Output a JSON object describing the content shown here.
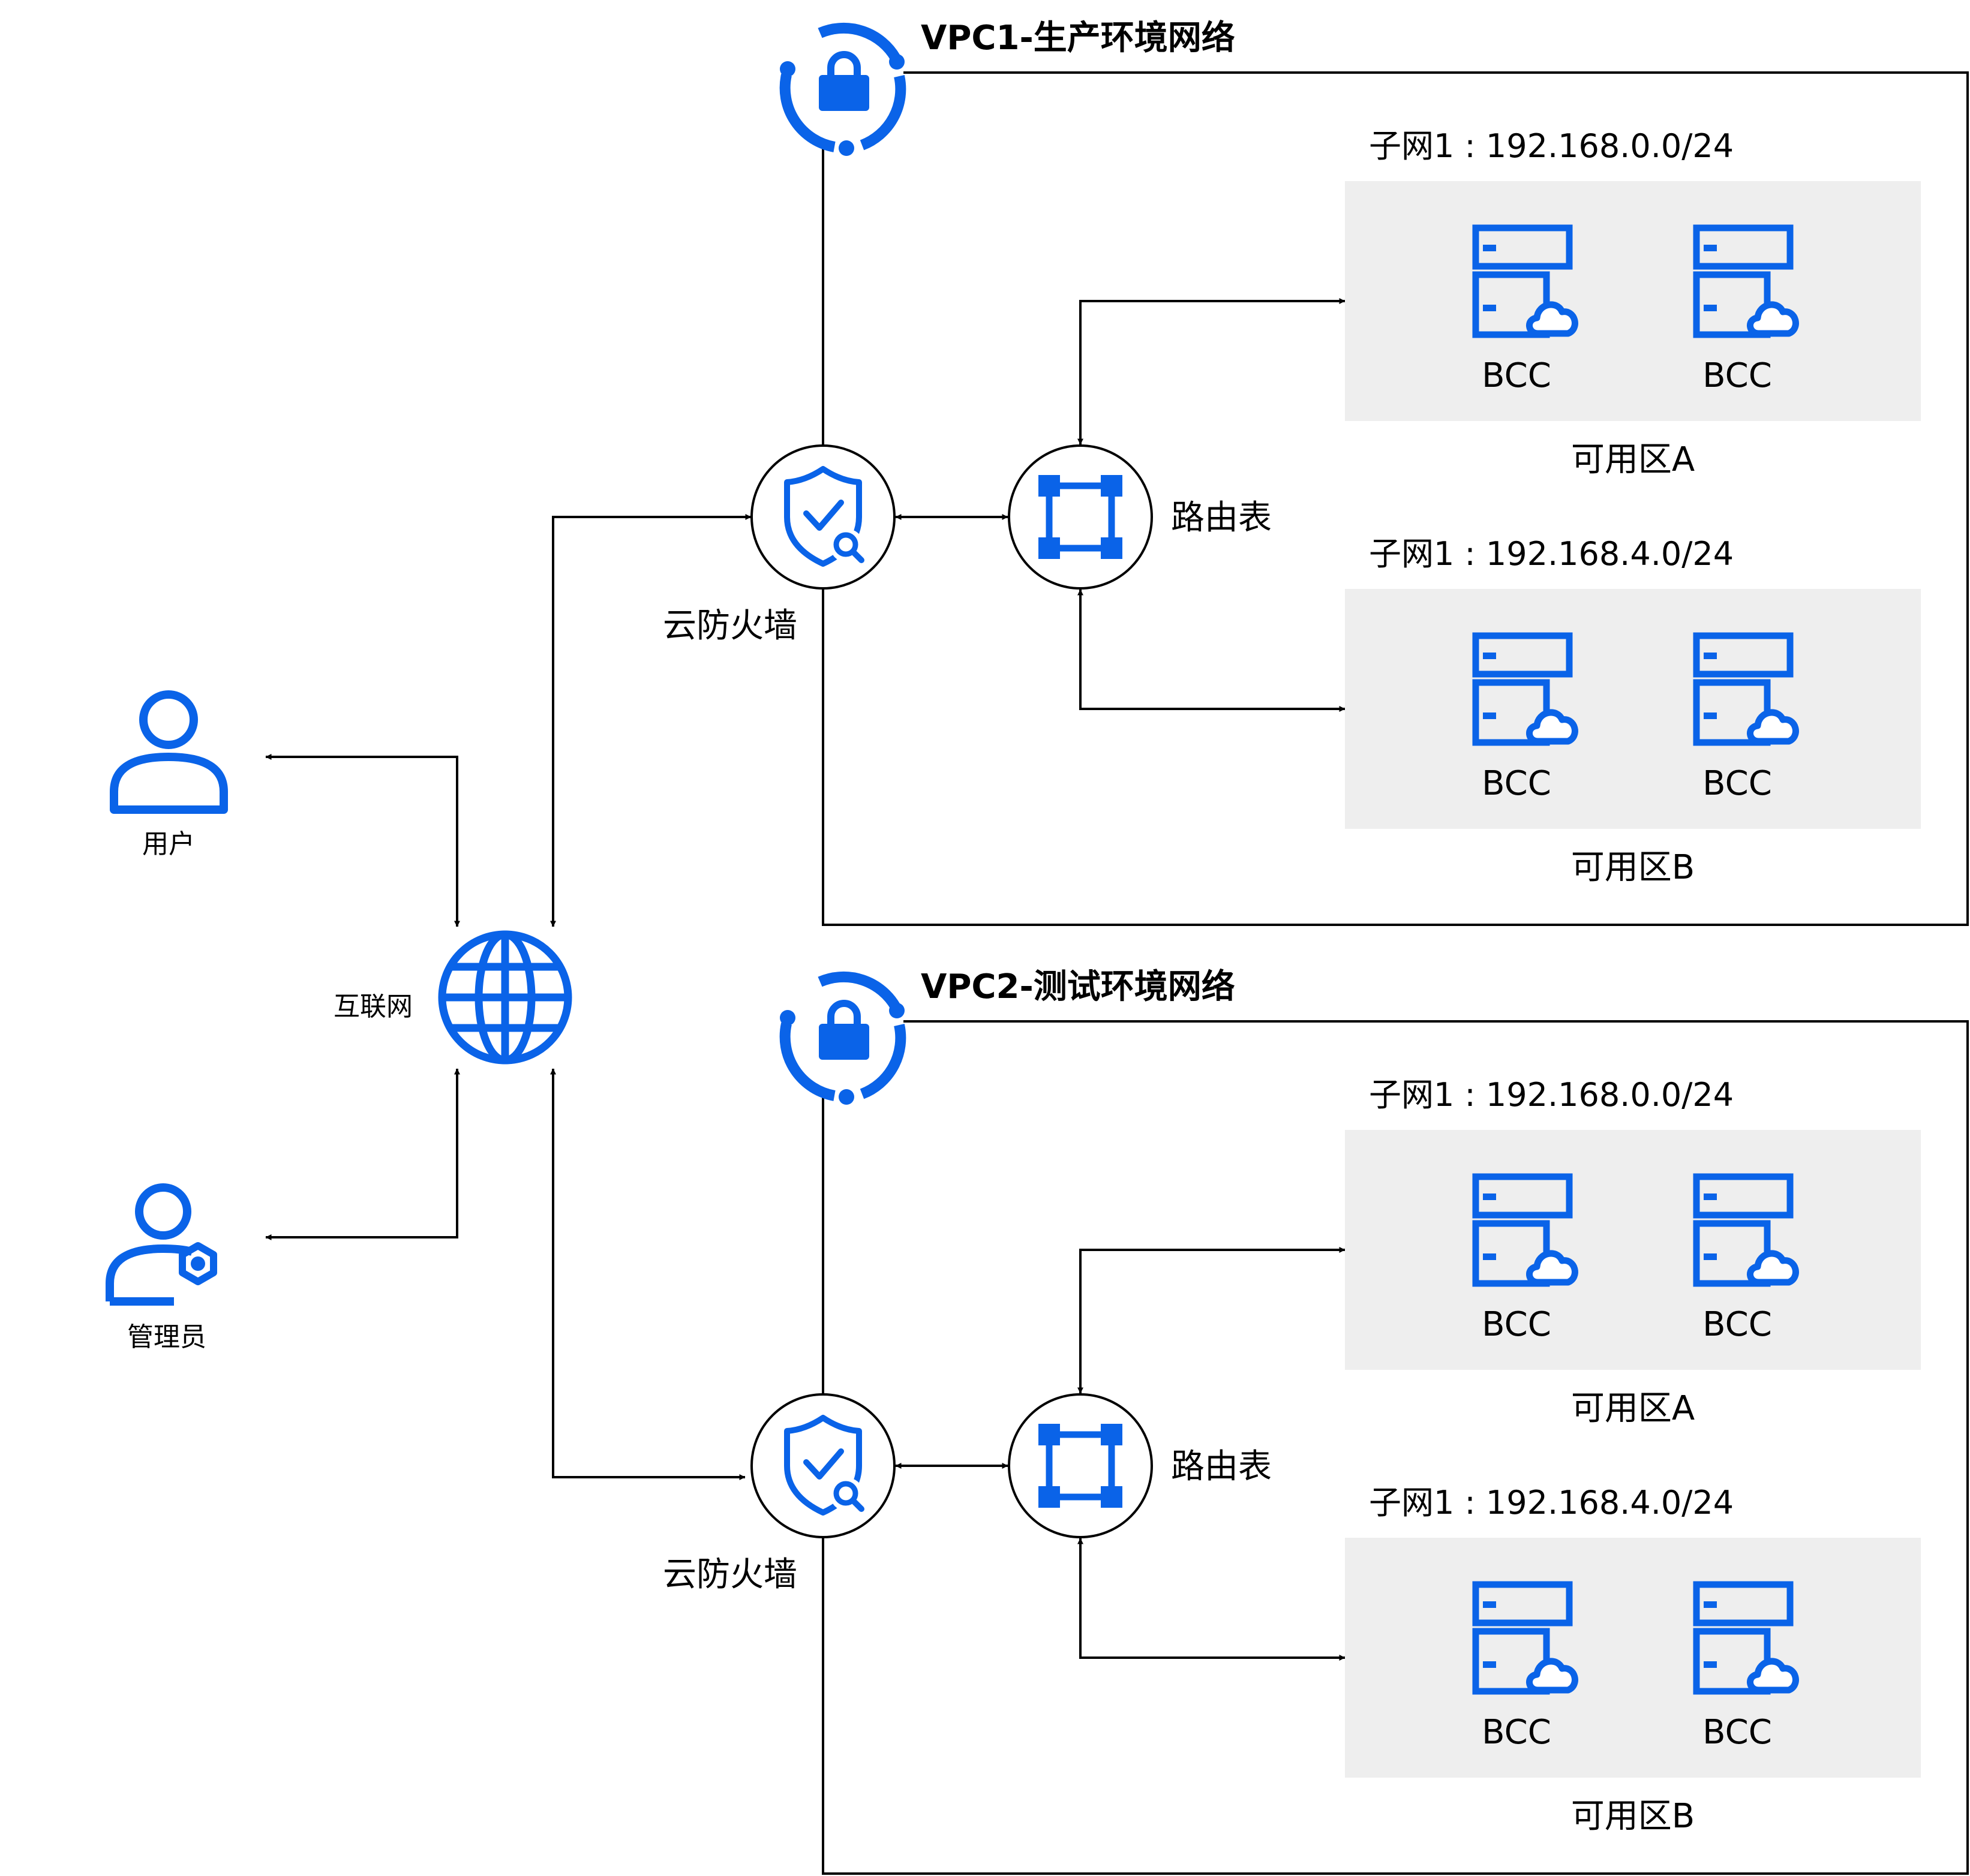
{
  "colors": {
    "icon_blue": "#0a63e8",
    "zone_fill": "#eeeeee",
    "line": "#000000"
  },
  "left": {
    "user": {
      "label": "用户",
      "icon": "user-icon"
    },
    "admin": {
      "label": "管理员",
      "icon": "admin-user-icon"
    },
    "internet": {
      "label": "互联网",
      "icon": "globe-icon"
    }
  },
  "vpcs": [
    {
      "title": "VPC1-生产环境网络",
      "firewall_label": "云防火墙",
      "route_table_label": "路由表",
      "zones": [
        {
          "subnet": "子网1 : 192.168.0.0/24",
          "name": "可用区A",
          "servers": [
            "BCC",
            "BCC"
          ]
        },
        {
          "subnet": "子网1 : 192.168.4.0/24",
          "name": "可用区B",
          "servers": [
            "BCC",
            "BCC"
          ]
        }
      ]
    },
    {
      "title": "VPC2-测试环境网络",
      "firewall_label": "云防火墙",
      "route_table_label": "路由表",
      "zones": [
        {
          "subnet": "子网1 : 192.168.0.0/24",
          "name": "可用区A",
          "servers": [
            "BCC",
            "BCC"
          ]
        },
        {
          "subnet": "子网1 : 192.168.4.0/24",
          "name": "可用区B",
          "servers": [
            "BCC",
            "BCC"
          ]
        }
      ]
    }
  ]
}
